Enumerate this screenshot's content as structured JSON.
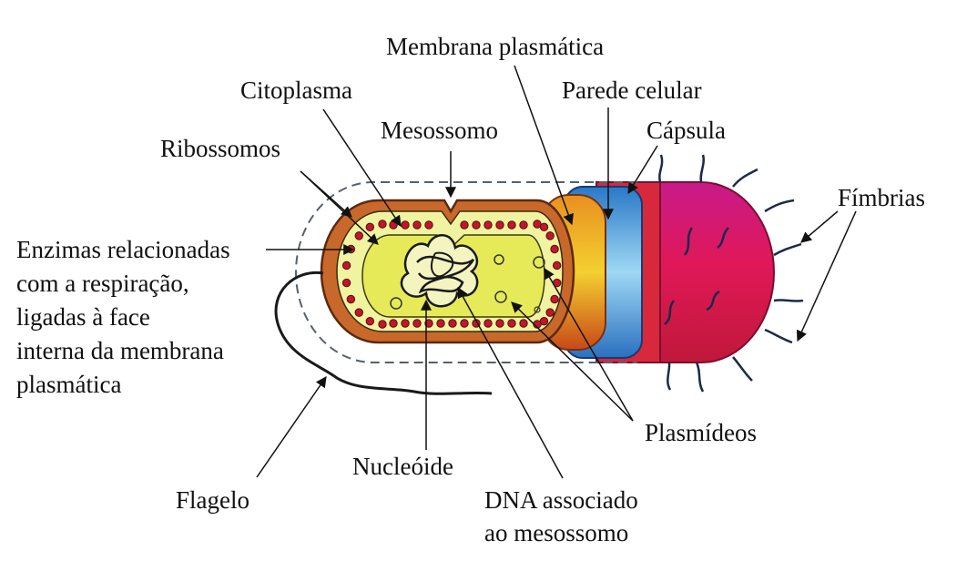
{
  "labels": {
    "membrana_plasmatica": "Membrana plasmática",
    "citoplasma": "Citoplasma",
    "parede_celular": "Parede celular",
    "mesossomo": "Mesossomo",
    "capsula": "Cápsula",
    "ribossomos": "Ribossomos",
    "fimbrias": "Fímbrias",
    "enzimas": [
      "Enzimas relacionadas",
      "com a respiração,",
      "ligadas à face",
      "interna da membrana",
      "plasmática"
    ],
    "plasmideos": "Plasmídeos",
    "nucleoide": "Nucleóide",
    "flagelo": "Flagelo",
    "dna": [
      "DNA associado",
      "ao mesossomo"
    ]
  },
  "colors": {
    "cytoplasm": "#e8ec5a",
    "membrane": "#b8501e",
    "ribosome": "#c0182a",
    "cell_wall": "#5aa8e8",
    "capsule": "#d01850",
    "outline": "#1a1a1a"
  }
}
